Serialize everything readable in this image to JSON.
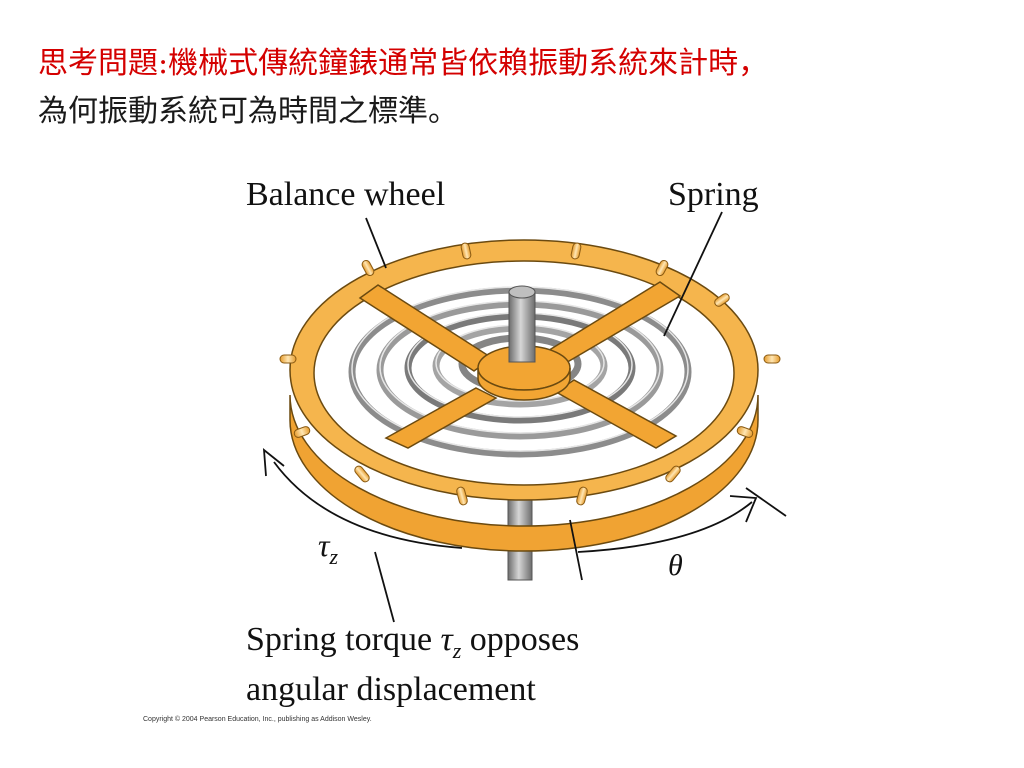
{
  "slide": {
    "question_prefix": "思考問題:",
    "question_line1_rest": "機械式傳統鐘錶通常皆依賴振動系統來計時，",
    "question_line2": "為何振動系統可為時間之標準。"
  },
  "figure": {
    "balance_wheel_label": "Balance wheel",
    "spring_label": "Spring",
    "torque_symbol": "τ",
    "torque_subscript": "z",
    "angle_symbol": "θ",
    "caption_line1_before": "Spring torque ",
    "caption_line1_after": " opposes",
    "caption_line2": "angular displacement",
    "copyright": "Copyright © 2004 Pearson Education, Inc., publishing as Addison Wesley."
  },
  "colors": {
    "heading_red": "#d40000",
    "wheel_orange": "#f2a533",
    "spring_gray": "#8a8a8a"
  }
}
